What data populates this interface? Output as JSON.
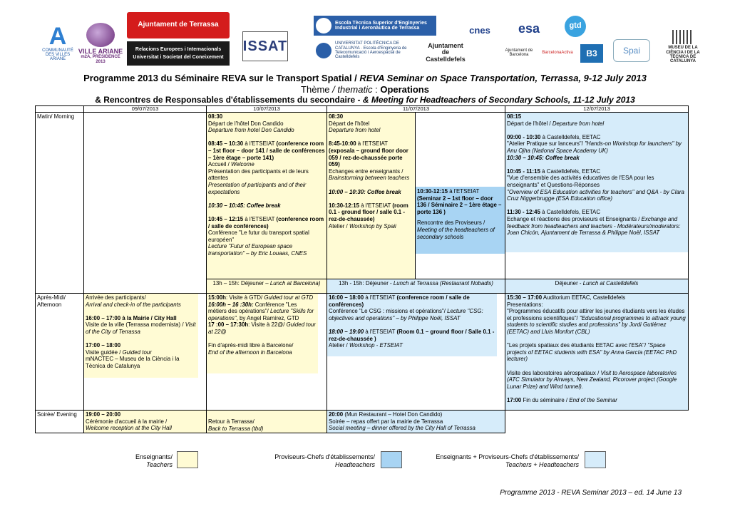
{
  "logos": {
    "terrassa": "Ajuntament de Terrassa",
    "relacions_1": "Relacions Europees i Internacionals",
    "relacions_2": "Universitat i Societat del Coneixement",
    "issat": "ISSAT",
    "ariane_1": "VILLE ARIANE",
    "ariane_2": "m2A, PRÉSIDENCE 2013",
    "ca_text": "COMMUNAUTÉ DES VILLES ARIANE",
    "upc1": "Escola Tècnica Superior d'Enginyeries Industrial i Aeronàutica de Terrassa",
    "upc2": "UNIVERSITAT POLITÈCNICA DE CATALUNYA · Escola d'Enginyeria de Telecomunicació i Aeroespacial de Castelldefels",
    "cnes": "cnes",
    "esa": "esa",
    "gtd": "gtd",
    "castelldefels": "Ajuntament de Castelldefels",
    "barcelona": "Ajuntament de Barcelona",
    "barcelona_activa": "BarcelonaActiva",
    "b3": "B3",
    "spai": "Spai",
    "museu": "MUSEU DE LA CIÈNCIA I DE LA TÈCNICA DE CATALUNYA"
  },
  "title": {
    "line1_bold": "Programme 2013 du Séminaire REVA sur le Transport Spatial / ",
    "line1_italic": "REVA Seminar on Space Transportation, Terrassa, 9-12 July 2013",
    "line2_a": "Thème ",
    "line2_b": "/ thematic",
    "line2_c": " : ",
    "line2_d": "Operations",
    "line3_a": "& Rencontres de Responsables d'établissements du secondaire - ",
    "line3_b": "& Meeting for Headteachers of Secondary Schools, 11-12 July 2013"
  },
  "dates": [
    "09/07/2013",
    "10/07/2013",
    "11/07/2013",
    "12/07/2013"
  ],
  "rows": {
    "morning": "Matin/ Morning",
    "afternoon": "Après-Midi/ Afternoon",
    "evening": "Soirée/ Evening"
  },
  "morning": {
    "d10_1": "08:30",
    "d10_2": "Départ de l'hôtel Don Candido",
    "d10_3": "Departure from hotel Don Candido",
    "d10_4": "08:45 – 10:30",
    "d10_5": " à l'ETSEIAT ",
    "d10_6": "(conference room – 1st floor – door 141 / salle de conférences – 1ère étage – porte 141)",
    "d10_7": "Accueil / ",
    "d10_8": "Welcome",
    "d10_9": "Présentation des participants et de leurs attentes",
    "d10_10": "Presentation of participants and of their expectations",
    "d10_11": "10:30 – 10:45: Coffee break",
    "d10_12": "10:45 – 12:15",
    "d10_13": " à l'ETSEIAT ",
    "d10_14": "(conference room / salle de conférences)",
    "d10_15": "Conférence \"Le futur du transport spatial européen\"",
    "d10_16": "Lecture \"Futur of European space transportation\" – by Eric Louaas, CNES",
    "d11a_1": "08:30",
    "d11a_2": "Départ de l'hôtel",
    "d11a_3": "Departure from hotel",
    "d11a_4": "8:45-10:00",
    "d11a_5": " à l'ETSEIAT ",
    "d11a_6": "(exposala – ground floor door 059 / rez-de-chaussée porte 059)",
    "d11a_7": "Echanges entre enseignants /",
    "d11a_8": "Brainstorming between teachers",
    "d11a_9": "10:00 – 10:30: Coffee break",
    "d11a_10": "10:30-12:15",
    "d11a_11": " à l'ETSEIAT ",
    "d11a_12": "(room 0.1 - ground floor / salle 0.1 - rez-de-chaussée)",
    "d11a_13": "Atelier / ",
    "d11a_14": "Workshop by Spaii",
    "d11b_1": "10:30-12:15",
    "d11b_2": " à l'ETSEIAT ",
    "d11b_3": "(Seminar 2 – 1st floor – door 136 / Séminaire 2 – 1ère étage – porte 136 )",
    "d11b_4": "Rencontre des Proviseurs / ",
    "d11b_5": "Meeting of the headteachers of secondary schools",
    "d12_1": "08:15",
    "d12_2": "Départ de l'hôtel / ",
    "d12_3": "Departure from hotel",
    "d12_4": "09:00 - 10:30",
    "d12_5": " à Castelldefels, EETAC",
    "d12_6": "\"Atelier Pratique sur lanceurs\"/ ",
    "d12_7": "\"Hands-on Workshop for launchers\" by Anu Ojha (National Space Academy UK)",
    "d12_8": "10:30 – 10:45: Coffee break",
    "d12_9": "10:45 - 11:15",
    "d12_10": " à Castelldefels, EETAC",
    "d12_11": "\"Vue d'ensemble des activités éducatives de l'ESA pour les enseignants\" et Questions-Réponses",
    "d12_12": "\"Overview of ESA Education activities for teachers\" and Q&A - by Clara Cruz Niggerbrugge (ESA Education office)",
    "d12_13": "11:30 - 12:45",
    "d12_14": " à Castelldefels, EETAC",
    "d12_15": "Echange et réactions des proviseurs et Enseignants / ",
    "d12_16": "Exchange and feedback from headteachers and teachers - Modérateurs/moderators: Joan Chicón, Ajuntament de Terrassa & Philippe Noël, ISSAT"
  },
  "lunch": {
    "d10_a": "13h – 15h: Déjeuner – ",
    "d10_b": "Lunch at Barcelona)",
    "d11_a": "13h - 15h: Déjeuner - ",
    "d11_b": "Lunch at Terrassa (Restaurant Nobadis)",
    "d12_a": "Déjeuner - ",
    "d12_b": "Lunch at Castelldefels"
  },
  "afternoon": {
    "d09_1": "Arrivée des participants/",
    "d09_2": "Arrival and check-in of the participants",
    "d09_3": "16:00 – 17:00 à la Mairie / City Hall",
    "d09_4": "Visite de la ville (Terrassa modernista) / ",
    "d09_5": "Visit of the City of Terrassa",
    "d09_6": "17:00 – 18:00",
    "d09_7": "Visite guidée / ",
    "d09_8": "Guided tour",
    "d09_9": "mNACTEC – Museu de la Ciència i la Tècnica de Catalunya",
    "d10_1": "15:00h",
    "d10_2": ": Visite à GTD/ ",
    "d10_3": "Guided tour at GTD",
    "d10_4": "16:00h – 16 :30h:",
    "d10_5": " Conférence \"Les métiers des opérations\"/ ",
    "d10_6": "Lecture \"Skills for operations\"",
    "d10_7": ", by Angel Ramírez, GTD",
    "d10_8": "17 :00 – 17:30h",
    "d10_9": ": Visite à 22@/ ",
    "d10_10": "Guided tour at 22@",
    "d10_11": "Fin d'après-midi libre à Barcelone/",
    "d10_12": "End of the afternoon in Barcelona",
    "d11_1": "16:00 – 18:00",
    "d11_2": " à l'ETSEIAT ",
    "d11_3": "(conference room / salle de conférences)",
    "d11_4": "Conférence \"Le CSG : missions et opérations\"/ ",
    "d11_5": "Lecture \"CSG: objectives and operations\" – by Philippe Noël, ISSAT",
    "d11_6": "18:00 – 19:00",
    "d11_7": " à l'ETSEIAT ",
    "d11_8": "(Room 0.1 – ground floor / Salle 0.1 - rez-de-chaussée )",
    "d11_9": "Atelier / ",
    "d11_10": "Workshop - ETSEIAT",
    "d12_1": "15:30 – 17:00",
    "d12_2": " Auditorium EETAC, Castelldefels",
    "d12_3": "Presentations:",
    "d12_4": "\"Programmes éducatifs pour attirer les jeunes étudiants vers les études et professions scientifiques\"/ ",
    "d12_5": "\"Educational programmes to attrack young students to scientific studies and professions\" by Jordi Gutiérrez (EETAC) and Lluis Monfort (CBL)",
    "d12_6": "\"Les projets spatiaux des étudiants EETAC avec l'ESA\"/ ",
    "d12_7": "\"Space projects of EETAC students with ESA\" by Anna García (EETAC PhD lecturer)",
    "d12_8": "Visite des laboratoires aérospatiaux / ",
    "d12_9": "Visit to Aerospace laboratories (ATC Simulator by Airways, New Zealand, Picorover project (Google Lunar Prize) and Wind tunnel).",
    "d12_10": "17:00",
    "d12_11": " Fin du séminaire / ",
    "d12_12": "End of the Seminar"
  },
  "evening": {
    "d09_1": "19:00 – 20:00",
    "d09_2": "Cérémonie d'accueil à la mairie / ",
    "d09_3": "Welcome reception at the City Hall",
    "d10_1": "Retour à Terrassa/",
    "d10_2": "Back to Terrassa (tbd)",
    "d11_1": "20:00",
    "d11_2": " (Mun Restaurant – Hotel Don Candido)",
    "d11_3": "Soirée – repas offert par la mairie de Terrassa",
    "d11_4": "Social meeting – dinner offered by the City Hall of Terrassa"
  },
  "legend": {
    "teachers_1": "Enseignants/",
    "teachers_2": "Teachers",
    "head_1": "Proviseurs-Chefs d'établissements/",
    "head_2": "Headteachers",
    "both_1": "Enseignants + Proviseurs-Chefs d'établissements/",
    "both_2": "Teachers + Headteachers"
  },
  "footer": "Programme 2013 - REVA Seminar 2013 – ed. 14 June 13",
  "colors": {
    "teachers": "#fffbd4",
    "headteachers": "#a8d4f3",
    "both": "#d6ecfa",
    "terrassa_red": "#d41c1c"
  }
}
